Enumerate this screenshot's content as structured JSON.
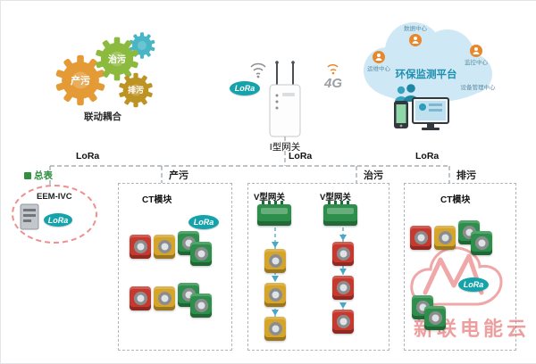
{
  "linkage": {
    "label": "联动耦合",
    "gears": [
      {
        "label": "产污",
        "color": "#e49a35"
      },
      {
        "label": "治污",
        "color": "#8cba3f"
      },
      {
        "label": "排污",
        "color": "#bd9324"
      }
    ]
  },
  "gateway": {
    "label": "I型网关"
  },
  "network": {
    "lora": "LoRa",
    "g4": "4G",
    "segments": [
      "LoRa",
      "LoRa",
      "LoRa"
    ]
  },
  "cloud": {
    "title": "环保监测平台",
    "centers": [
      "数据中心",
      "运维中心",
      "监控中心",
      "设备管理中心"
    ]
  },
  "meter": {
    "label": "总表",
    "model": "EEM-IVC"
  },
  "zones": [
    {
      "title": "产污",
      "module_label": "CT模块"
    },
    {
      "title": "治污",
      "gateway_left": "V型网关",
      "gateway_right": "V型网关"
    },
    {
      "title": "排污",
      "module_label": "CT模块"
    }
  ],
  "watermark": {
    "text": "新联电能云"
  },
  "colors": {
    "lora_badge": "#14a3ab",
    "cloud_fill": "#cfe8f6",
    "cloud_text": "#1e8fae",
    "module_red": "#c6392f",
    "module_yellow": "#d5a42b",
    "module_green": "#2e8f4c",
    "line_gray": "#a6adb4",
    "line_blue": "#49a7c9",
    "watermark_red": "#e05252"
  }
}
